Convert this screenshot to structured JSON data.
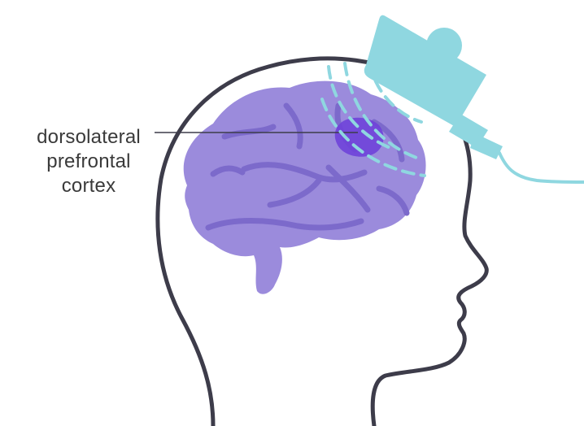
{
  "diagram": {
    "label": {
      "line1": "dorsolateral",
      "line2": "prefrontal",
      "line3": "cortex"
    },
    "colors": {
      "background": "#ffffff",
      "head_outline": "#3d3c4a",
      "brain_fill": "#9b8bdc",
      "brain_folds": "#7c6acb",
      "region_highlight": "#6f42d9",
      "device_fill": "#8fd7e0",
      "device_cable": "#8fd7e0",
      "waves": "#8fd7e0",
      "leader_line": "#3d3c4a",
      "label_text": "#3a3a3a"
    }
  }
}
